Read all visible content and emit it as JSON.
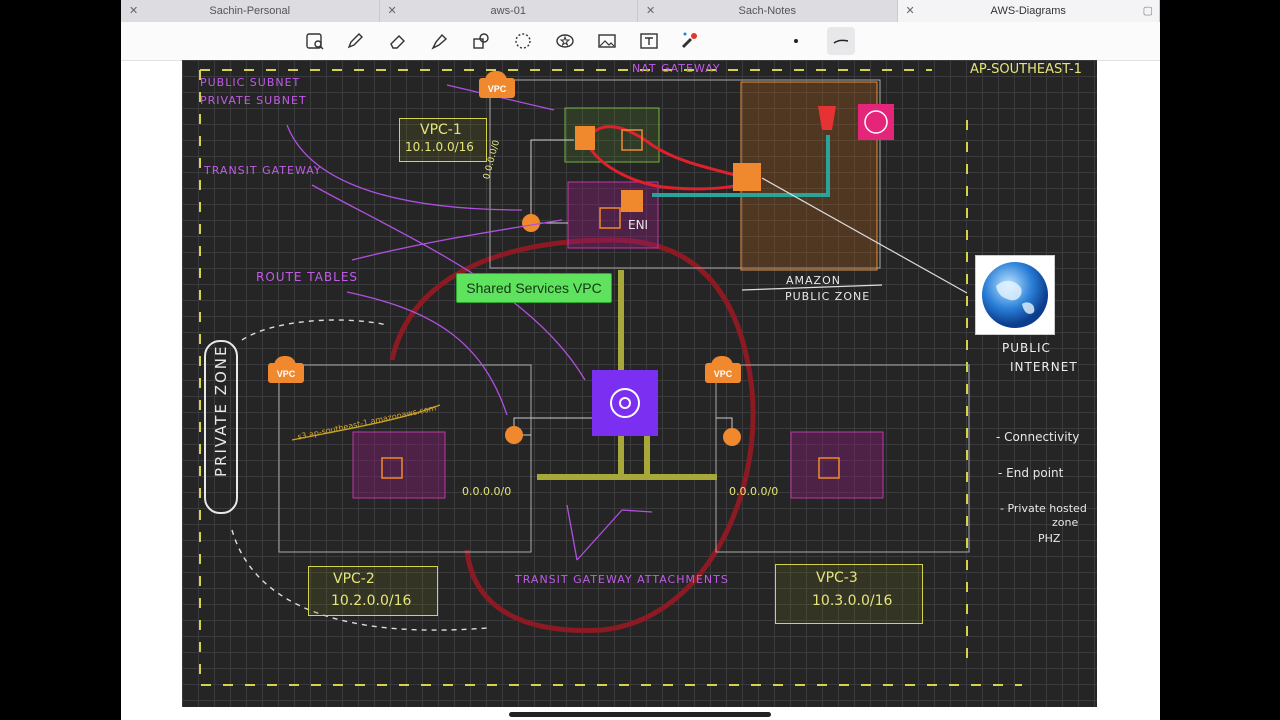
{
  "tabs": [
    {
      "label": "Sachin-Personal",
      "active": false
    },
    {
      "label": "aws-01",
      "active": false
    },
    {
      "label": "Sach-Notes",
      "active": false
    },
    {
      "label": "AWS-Diagrams",
      "active": true
    }
  ],
  "toolbar": {
    "tools": [
      "lasso-search-icon",
      "pen-icon",
      "eraser-icon",
      "highlighter-icon",
      "shapes-icon",
      "lasso-icon",
      "sticker-icon",
      "image-icon",
      "text-icon",
      "laser-pointer-icon",
      "dot-size-icon",
      "stroke-style-icon"
    ]
  },
  "canvas": {
    "region_label": "AP-SOUTHEAST-1",
    "legend_public_subnet": "PUBLIC SUBNET",
    "legend_private_subnet": "PRIVATE SUBNET",
    "transit_gateway_label": "TRANSIT GATEWAY",
    "route_tables_label": "ROUTE TABLES",
    "nat_gateway_label": "NAT GATEWAY",
    "eni_label": "ENI",
    "shared_services_vpc": "Shared Services VPC",
    "amazon_public_zone_1": "AMAZON",
    "amazon_public_zone_2": "PUBLIC ZONE",
    "public_internet_1": "PUBLIC",
    "public_internet_2": "INTERNET",
    "private_zone": "PRIVATE ZONE",
    "vpc1_name": "VPC-1",
    "vpc1_cidr": "10.1.0.0/16",
    "vpc2_name": "VPC-2",
    "vpc2_cidr": "10.2.0.0/16",
    "vpc3_name": "VPC-3",
    "vpc3_cidr": "10.3.0.0/16",
    "vpc_badge": "VPC",
    "route_vpc1": "0.0.0.0/0",
    "route_vpc2": "0.0.0.0/0",
    "route_vpc3": "0.0.0.0/0",
    "s3_endpoint": "s3.ap-southeast-1.amazonaws.com",
    "tgw_attachments_label": "TRANSIT GATEWAY ATTACHMENTS",
    "notes": [
      "- Connectivity",
      "- End point",
      "- Private hosted",
      "zone",
      "PHZ"
    ]
  },
  "colors": {
    "canvas_bg": "#252526",
    "grid": "#3b3b3e",
    "purple_ink": "#c15be8",
    "yellow_ink": "#e5e57a",
    "red_ink": "#a01c24",
    "aws_orange": "#f0892e",
    "tgw_purple": "#7b2ff0"
  }
}
